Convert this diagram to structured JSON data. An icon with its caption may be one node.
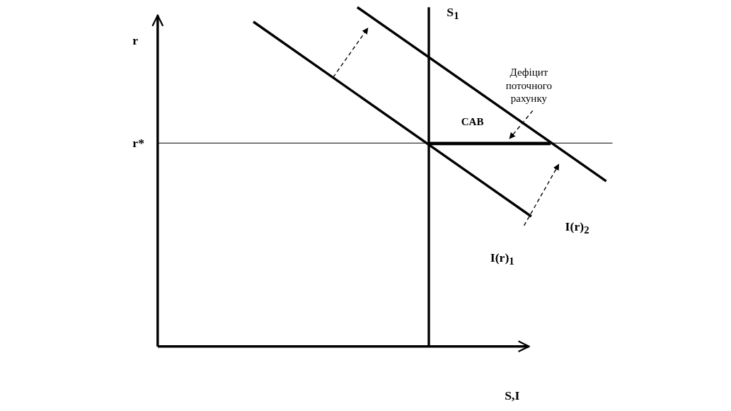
{
  "diagram": {
    "nodes": [
      {
        "text": [
          "Дефіцит поточного рахунку"
        ]
      },
      {
        "text": [],
        "shape": "bar"
      }
    ],
    "edges": [
      {
        "from": 0,
        "to": 1,
        "arrow": "to",
        "style": "dashed"
      }
    ],
    "labels": [
      "S$_{1}$",
      "r",
      "CAB",
      "r*",
      "I(r)$_{2}$",
      "I(r)$_{1}$",
      "S,I"
    ]
  }
}
